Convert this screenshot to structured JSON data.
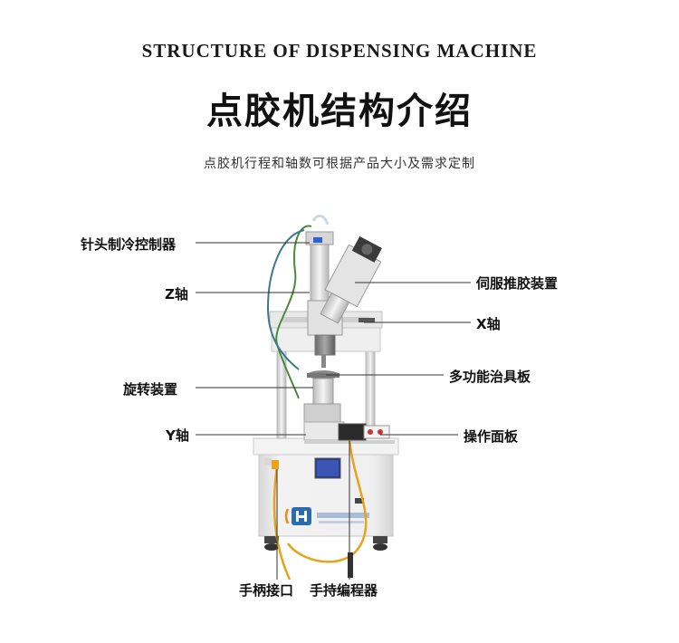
{
  "header": {
    "title_en": "STRUCTURE OF DISPENSING MACHINE",
    "title_cn": "点胶机结构介绍",
    "subtitle": "点胶机行程和轴数可根据产品大小及需求定制"
  },
  "labels": {
    "needle_cooling_controller": "针头制冷控制器",
    "z_axis": "Z轴",
    "servo_dispensing_device": "伺服推胶装置",
    "x_axis": "X轴",
    "rotation_device": "旋转装置",
    "multifunction_fixture_plate": "多功能治具板",
    "y_axis": "Y轴",
    "operation_panel": "操作面板",
    "handle_port": "手柄接口",
    "handheld_programmer": "手持编程器"
  },
  "colors": {
    "cabinet": "#ececec",
    "frame": "#e6e6e6",
    "cable_yellow": "#e8a21c",
    "cable_green": "#4a8a3a",
    "leader_line": "#333333",
    "logo_blue": "#2b6cb0",
    "logo_orange": "#f08a1c"
  }
}
